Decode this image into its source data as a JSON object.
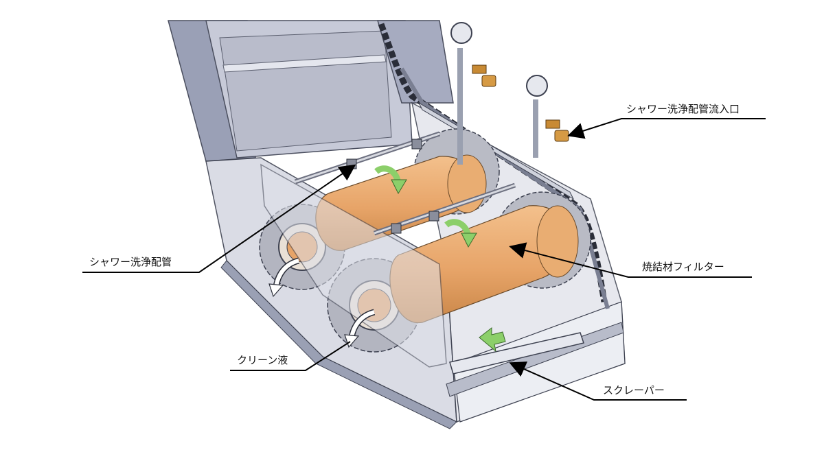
{
  "labels": {
    "shower_inlet": "シャワー洗浄配管流入口",
    "shower_pipe": "シャワー洗浄配管",
    "sintered_filter": "焼結材フィルター",
    "clean_liquid": "クリーン液",
    "scraper": "スクレーパー"
  },
  "colors": {
    "frame_face": "#c9ccd8",
    "frame_dark": "#8f94a8",
    "frame_panel": "#dadde7",
    "drum_orange": "#e7a468",
    "drum_shade": "#c98648",
    "sprocket": "#b9bbc5",
    "brass": "#c88a34",
    "arrow_green": "#8ccf6a",
    "leader": "#000000"
  }
}
